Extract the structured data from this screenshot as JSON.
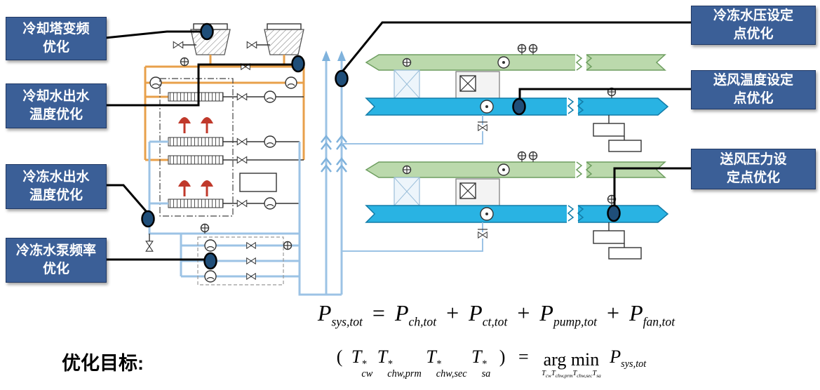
{
  "labels": {
    "left": [
      {
        "line1": "冷却塔变频",
        "line2": "优化"
      },
      {
        "line1": "冷却水出水",
        "line2": "温度优化"
      },
      {
        "line1": "冷冻水出水",
        "line2": "温度优化"
      },
      {
        "line1": "冷冻水泵频率",
        "line2": "优化"
      }
    ],
    "right": [
      {
        "line1": "冷冻水压设定",
        "line2": "点优化"
      },
      {
        "line1": "送风温度设定",
        "line2": "点优化"
      },
      {
        "line1": "送风压力设",
        "line2": "定点优化"
      }
    ]
  },
  "objective_label": "优化目标:",
  "equation1": {
    "lhs_base": "P",
    "lhs_sub": "sys,tot",
    "eq": "=",
    "t1_base": "P",
    "t1_sub": "ch,tot",
    "plus1": "+",
    "t2_base": "P",
    "t2_sub": "ct,tot",
    "plus2": "+",
    "t3_base": "P",
    "t3_sub": "pump,tot",
    "plus3": "+",
    "t4_base": "P",
    "t4_sub": "fan,tot"
  },
  "equation2": {
    "open": "(",
    "close": ")",
    "eq": "=",
    "v1_base": "T",
    "v1_sup": "*",
    "v1_sub": "cw",
    "v2_base": "T",
    "v2_sup": "*",
    "v2_sub": "chw,prm",
    "v3_base": "T",
    "v3_sup": "*",
    "v3_sub": "chw,sec",
    "v4_base": "T",
    "v4_sup": "*",
    "v4_sub": "sa",
    "argmin": "arg min",
    "u1_base": "T",
    "u1_sub": "cw",
    "u2_base": "T",
    "u2_sub": "chw,prm",
    "u3_base": "T",
    "u3_sub": "chw,sec",
    "u4_base": "T",
    "u4_sub": "sa",
    "rhs_base": "P",
    "rhs_sub": "sys,tot"
  },
  "colors": {
    "label_box_bg": "#3B5F97",
    "label_box_text": "#FFFFFF",
    "callout_marker": "#1F4E79",
    "condenser_pipe_orange": "#E8A04B",
    "chilled_pipe_blue": "#9CC3E5",
    "riser_arrow_blue": "#7FB2DC",
    "return_duct_green": "#BBD9AC",
    "supply_duct_cyan": "#29B3E3",
    "refrigerant_red": "#C0392B"
  }
}
